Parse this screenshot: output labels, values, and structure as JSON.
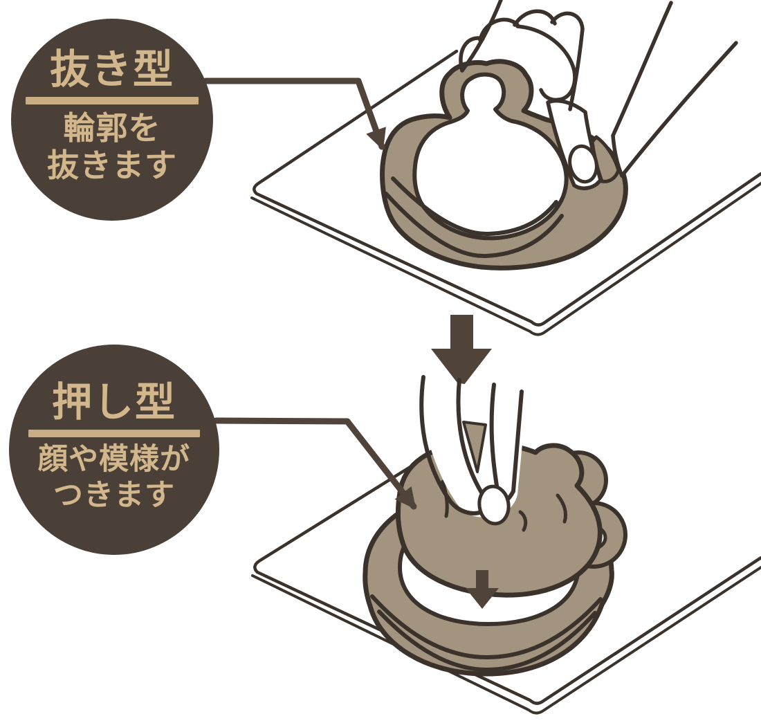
{
  "colors": {
    "badge_bg": "#4A4037",
    "badge_text": "#D3B78C",
    "divider": "#C9AE84",
    "ink": "#3A322B",
    "tan": "#A2947F",
    "leader": "#50443A",
    "paper": "#FFFFFF"
  },
  "badges": {
    "cut": {
      "title": "抜き型",
      "line1": "輪郭を",
      "line2": "抜きます"
    },
    "press": {
      "title": "押し型",
      "line1": "顔や模様が",
      "line2": "つきます"
    }
  }
}
